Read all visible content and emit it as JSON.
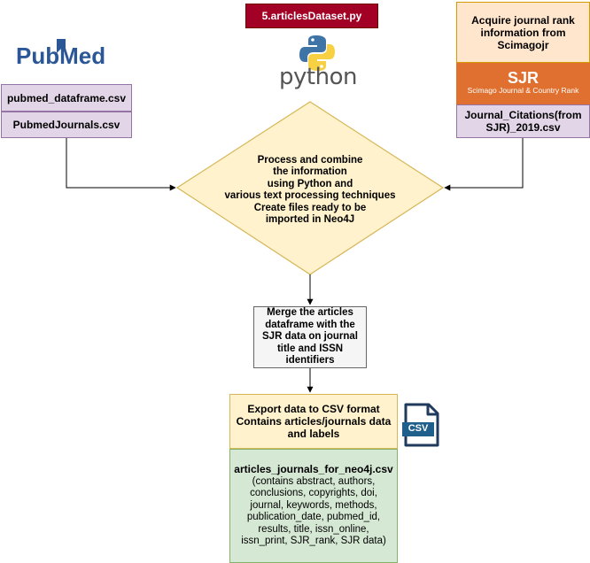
{
  "script_name": "5.articlesDataset.py",
  "pubmed": {
    "logo_left": "Pub",
    "logo_right": "Med",
    "files": [
      "pubmed_dataframe.csv",
      "PubmedJournals.csv"
    ]
  },
  "python_logo_text": "python",
  "sjr": {
    "acquire_text": "Acquire journal rank information from Scimagojr",
    "banner_title": "SJR",
    "banner_subtitle": "Scimago Journal & Country Rank",
    "file": "Journal_Citations(from SJR)_2019.csv"
  },
  "process": {
    "lines": [
      "Process and combine",
      "the information",
      "using Python and",
      "various text processing techniques",
      "Create files ready to be",
      "imported in Neo4J"
    ]
  },
  "merge_text": "Merge the articles dataframe with the SJR data on journal title and ISSN identifiers",
  "export": {
    "lines": [
      "Export data to CSV format",
      "Contains articles/journals data",
      "and labels"
    ]
  },
  "csv_icon_label": "CSV",
  "output": {
    "filename": "articles_journals_for_neo4j.csv",
    "details": "(contains abstract, authors, conclusions, copyrights, doi, journal, keywords, methods, publication_date, pubmed_id, results, title, issn_online, issn_print, SJR_rank, SJR data)"
  },
  "colors": {
    "script_title_bg": "#a20025",
    "file_box_bg": "#e1d5e7",
    "acquire_bg": "#ffe6cc",
    "sjr_banner_bg": "#e0702f",
    "decision_bg": "#fff2cc",
    "merge_bg": "#f5f5f5",
    "output_bg": "#d5e8d4",
    "pubmed_blue": "#2b5797",
    "python_blue": "#3e74a6",
    "python_yellow": "#f7d044"
  }
}
